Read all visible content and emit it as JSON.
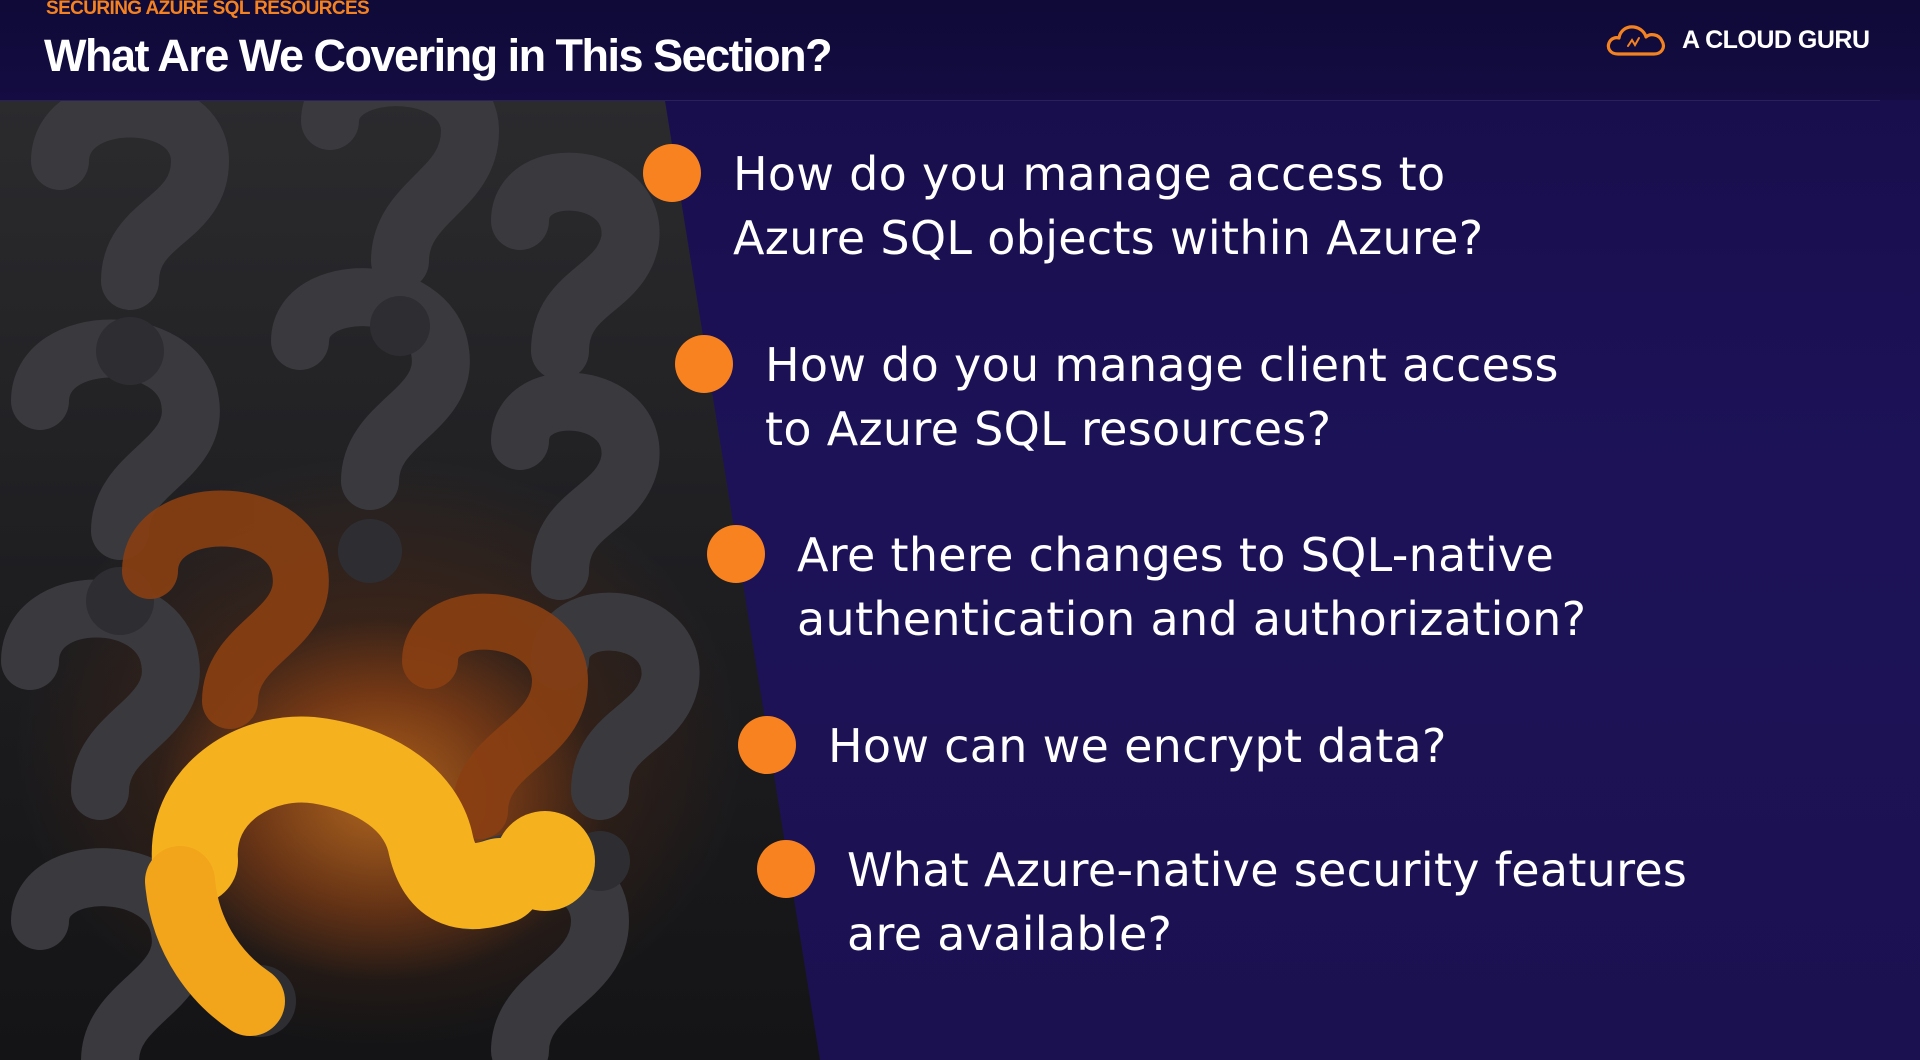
{
  "header": {
    "section_label": "SECURING AZURE SQL RESOURCES",
    "title": "What Are We Covering in This Section?"
  },
  "logo": {
    "icon": "cloud-icon",
    "text": "A CLOUD GURU",
    "color": "#f58220"
  },
  "image": {
    "description_icon": "question-marks-image"
  },
  "bullets": [
    {
      "lines": [
        "How do you manage access to",
        "Azure SQL objects within Azure?"
      ]
    },
    {
      "lines": [
        "How do you manage client access",
        "to Azure SQL resources?"
      ]
    },
    {
      "lines": [
        "Are there changes to SQL-native",
        "authentication and authorization?"
      ]
    },
    {
      "lines": [
        "How can we encrypt data?"
      ]
    },
    {
      "lines": [
        "What Azure-native security features",
        "are available?"
      ]
    }
  ],
  "colors": {
    "background": "#1a1048",
    "accent": "#f7821f",
    "text": "#ffffff"
  }
}
